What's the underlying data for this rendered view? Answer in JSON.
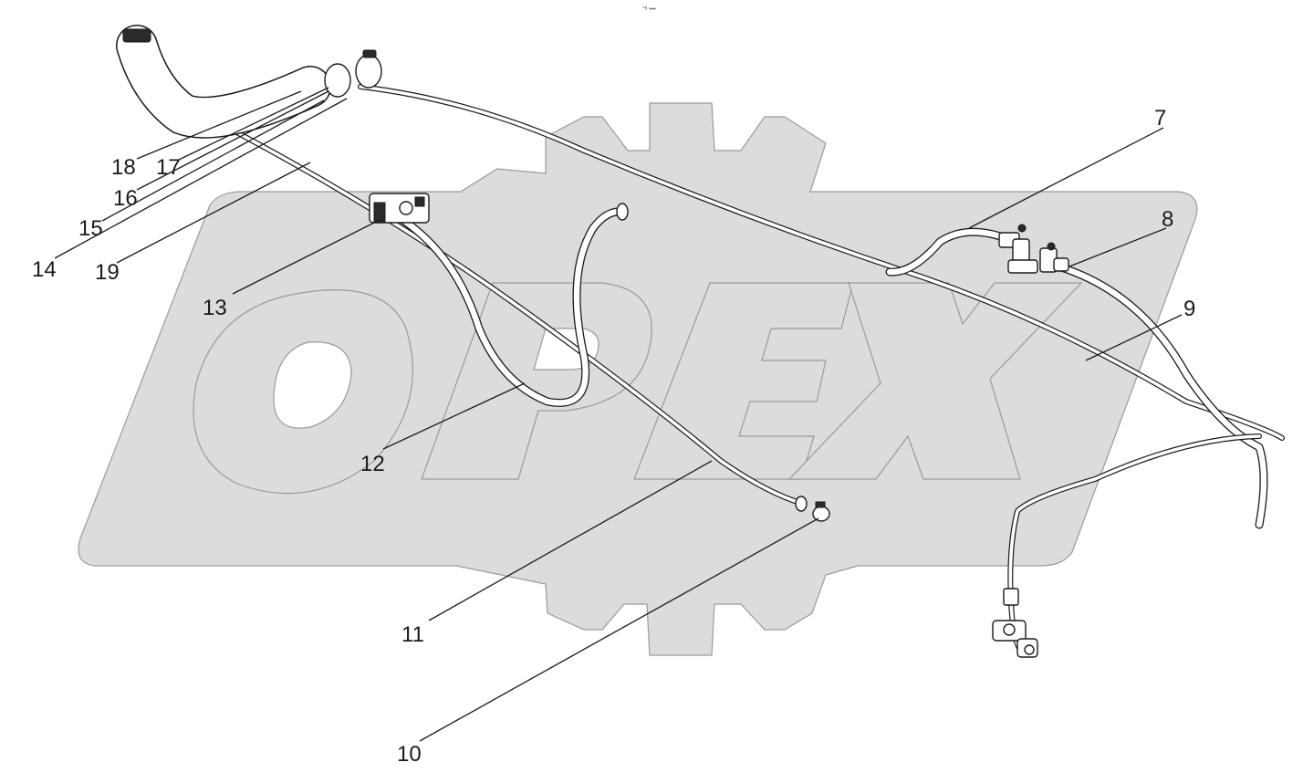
{
  "top_mark": "°ᵇ •••",
  "watermark": {
    "text": "OPEX"
  },
  "callouts": [
    {
      "id": "c7",
      "label": "7"
    },
    {
      "id": "c8",
      "label": "8"
    },
    {
      "id": "c9",
      "label": "9"
    },
    {
      "id": "c10",
      "label": "10"
    },
    {
      "id": "c11",
      "label": "11"
    },
    {
      "id": "c12",
      "label": "12"
    },
    {
      "id": "c13",
      "label": "13"
    },
    {
      "id": "c14",
      "label": "14"
    },
    {
      "id": "c15",
      "label": "15"
    },
    {
      "id": "c16",
      "label": "16"
    },
    {
      "id": "c17",
      "label": "17"
    },
    {
      "id": "c18",
      "label": "18"
    },
    {
      "id": "c19",
      "label": "19"
    }
  ]
}
